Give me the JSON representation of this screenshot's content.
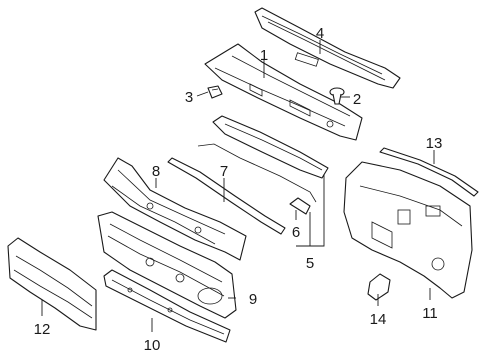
{
  "diagram": {
    "callouts": {
      "c1": "1",
      "c2": "2",
      "c3": "3",
      "c4": "4",
      "c5": "5",
      "c6": "6",
      "c7": "7",
      "c8": "8",
      "c9": "9",
      "c10": "10",
      "c11": "11",
      "c12": "12",
      "c13": "13",
      "c14": "14"
    },
    "line_color": "#1a1a1a",
    "background": "#ffffff"
  }
}
